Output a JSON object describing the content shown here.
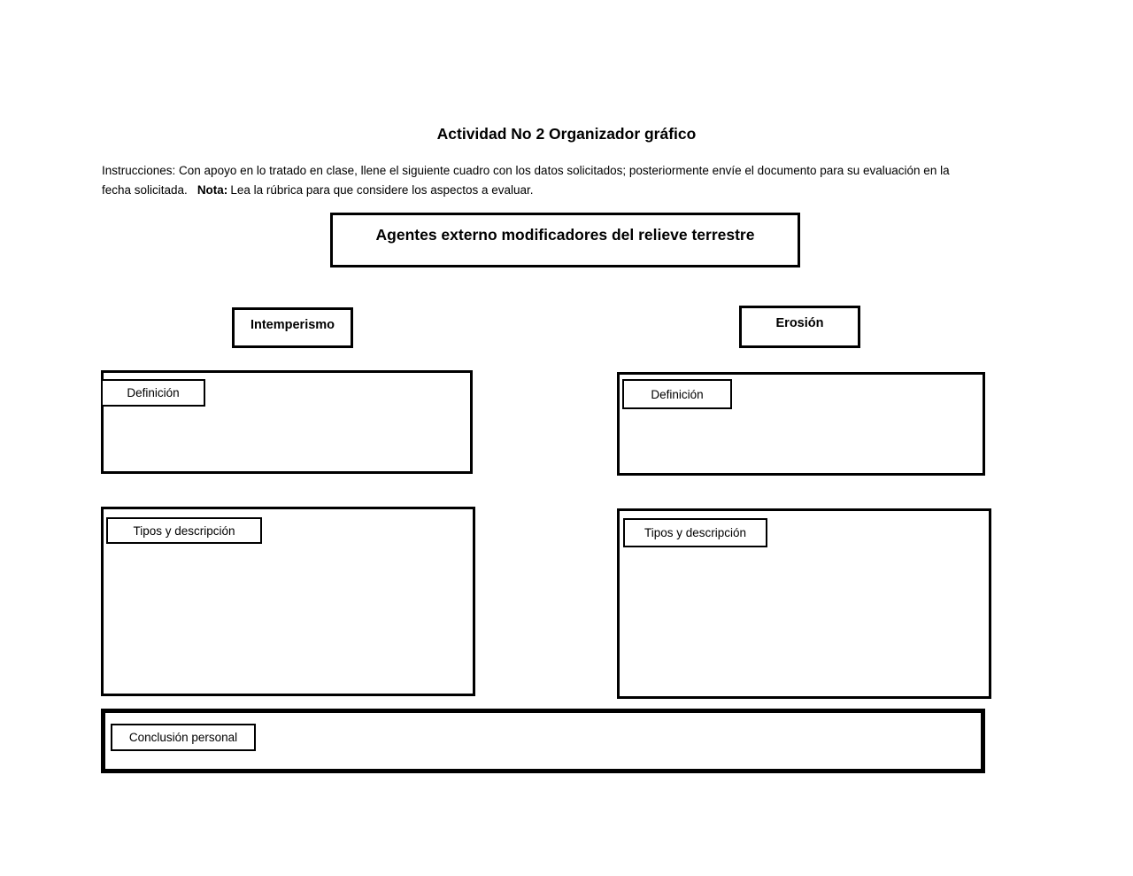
{
  "document": {
    "title": "Actividad No 2 Organizador gráfico",
    "instructions": {
      "line1": "Instrucciones: Con apoyo en lo tratado en clase, llene el siguiente cuadro con los datos solicitados; posteriormente envíe el documento para su evaluación en la",
      "line2_before_nota": "fecha solicitada.",
      "nota_label": "Nota:",
      "line2_after_nota": "Lea la rúbrica para que considere los aspectos a evaluar."
    }
  },
  "organizer": {
    "main_heading": "Agentes externo modificadores del relieve terrestre",
    "left_branch": {
      "heading": "Intemperismo",
      "definition_label": "Definición",
      "types_label": "Tipos y descripción"
    },
    "right_branch": {
      "heading": "Erosión",
      "definition_label": "Definición",
      "types_label": "Tipos y descripción"
    },
    "conclusion_label": "Conclusión personal"
  },
  "colors": {
    "background": "#ffffff",
    "border": "#000000",
    "text": "#000000"
  }
}
